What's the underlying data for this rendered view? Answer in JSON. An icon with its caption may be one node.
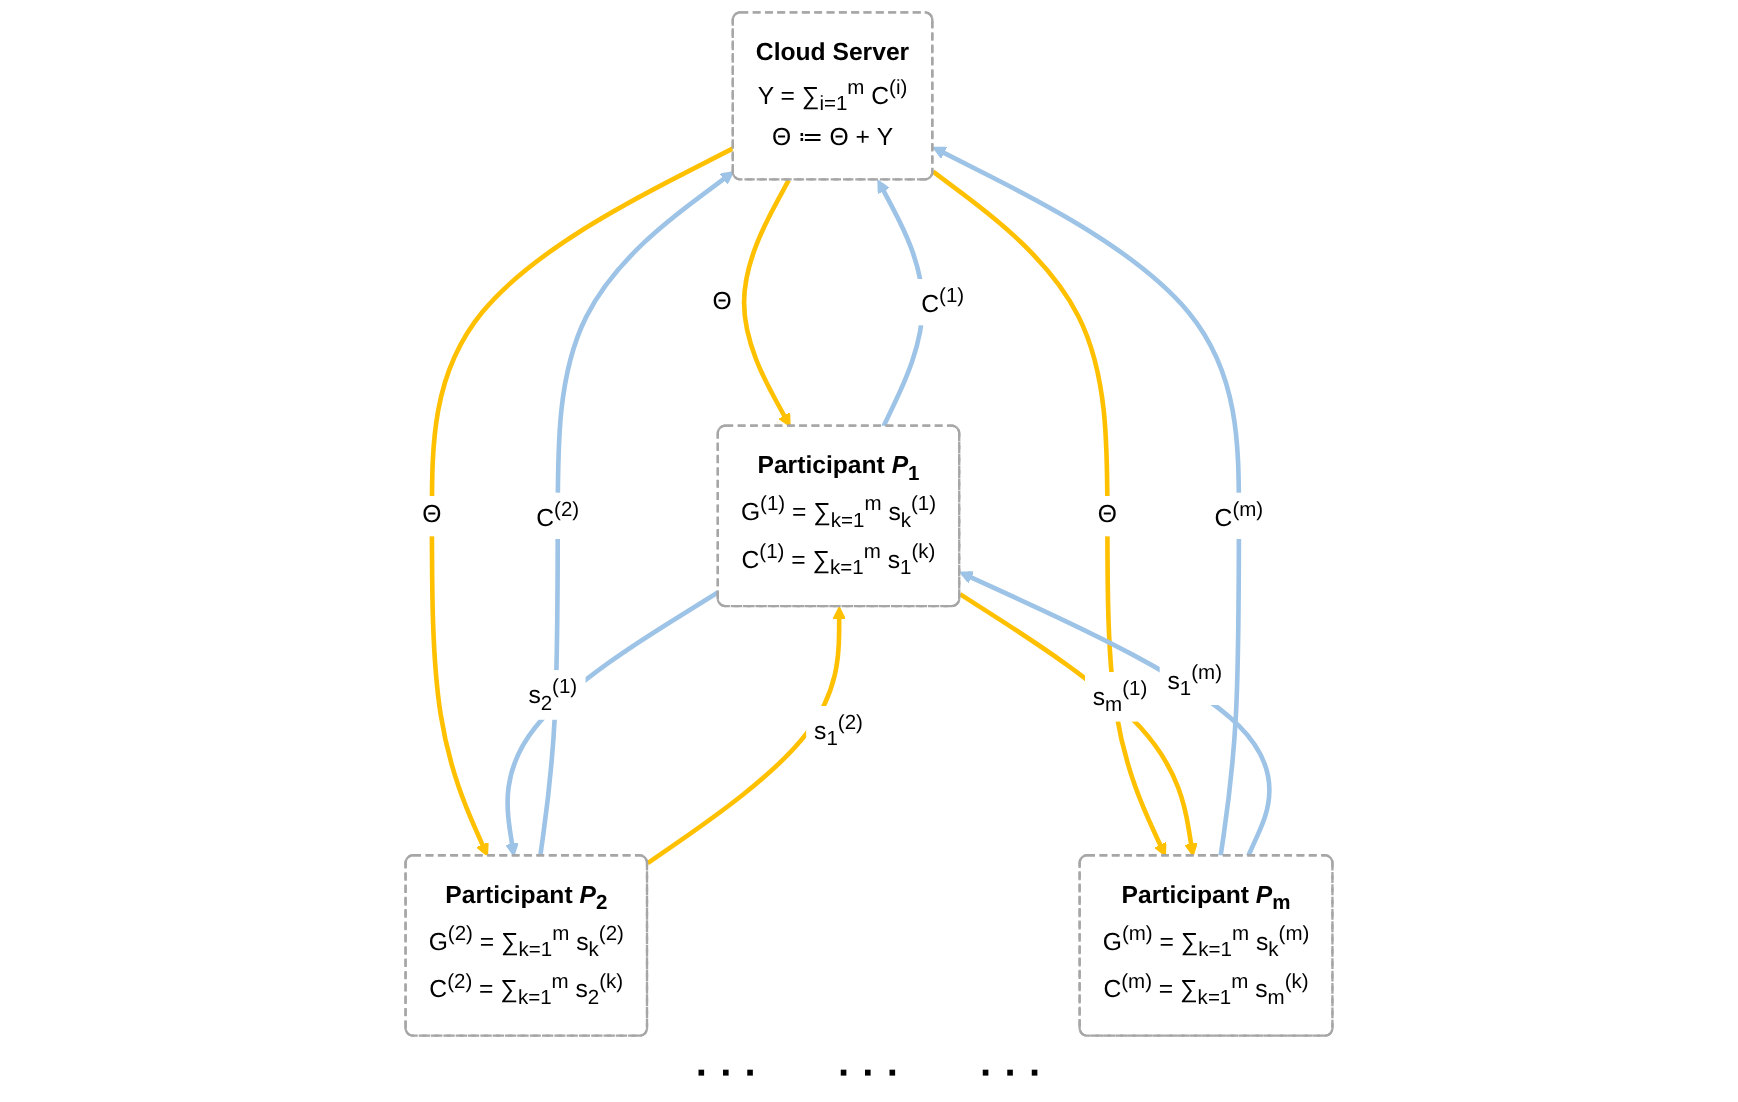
{
  "diagram": {
    "nodes": [
      {
        "text": [
          "Cloud Server",
          "Y = ∑$_{i=1}$$^{m}$ C$^{(i)}$",
          "Θ ≔ Θ + Y"
        ]
      },
      {
        "text": [
          "Participant *P*$_{1}$",
          "G$^{(1)}$ = ∑$_{k=1}$$^{m}$ s$_{k}$$^{(1)}$",
          "C$^{(1)}$ = ∑$_{k=1}$$^{m}$ s$_{1}$$^{(k)}$"
        ]
      },
      {
        "text": [
          "Participant *P*$_{2}$",
          "G$^{(2)}$ = ∑$_{k=1}$$^{m}$ s$_{k}$$^{(2)}$",
          "C$^{(2)}$ = ∑$_{k=1}$$^{m}$ s$_{2}$$^{(k)}$"
        ]
      },
      {
        "text": [
          "Participant *P*$_{m}$",
          "G$^{(m)}$ = ∑$_{k=1}$$^{m}$ s$_{k}$$^{(m)}$",
          "C$^{(m)}$ = ∑$_{k=1}$$^{m}$ s$_{m}$$^{(k)}$"
        ]
      }
    ],
    "edges": [
      {
        "from": 1,
        "to": 0,
        "arrow": "to",
        "label": "C$^{(1)}$",
        "color": "#9dc3e6"
      },
      {
        "from": 0,
        "to": 1,
        "arrow": "to",
        "label": "Θ",
        "color": "#ffc000"
      },
      {
        "from": 2,
        "to": 0,
        "arrow": "to",
        "label": "C$^{(2)}$",
        "color": "#9dc3e6"
      },
      {
        "from": 0,
        "to": 2,
        "arrow": "to",
        "label": "Θ",
        "color": "#ffc000"
      },
      {
        "from": 3,
        "to": 0,
        "arrow": "to",
        "label": "C$^{(m)}$",
        "color": "#9dc3e6"
      },
      {
        "from": 0,
        "to": 3,
        "arrow": "to",
        "label": "Θ",
        "color": "#ffc000"
      },
      {
        "from": 1,
        "to": 2,
        "arrow": "to",
        "label": "s$_{2}$$^{(1)}$",
        "color": "#9dc3e6"
      },
      {
        "from": 2,
        "to": 1,
        "arrow": "to",
        "label": "s$_{1}$$^{(2)}$",
        "color": "#ffc000"
      },
      {
        "from": 3,
        "to": 1,
        "arrow": "to",
        "label": "s$_{1}$$^{(m)}$",
        "color": "#9dc3e6"
      },
      {
        "from": 1,
        "to": 3,
        "arrow": "to",
        "label": "s$_{m}$$^{(1)}$",
        "color": "#ffc000"
      }
    ],
    "labels": [
      "· · ·",
      "· · ·",
      "· · ·"
    ]
  }
}
